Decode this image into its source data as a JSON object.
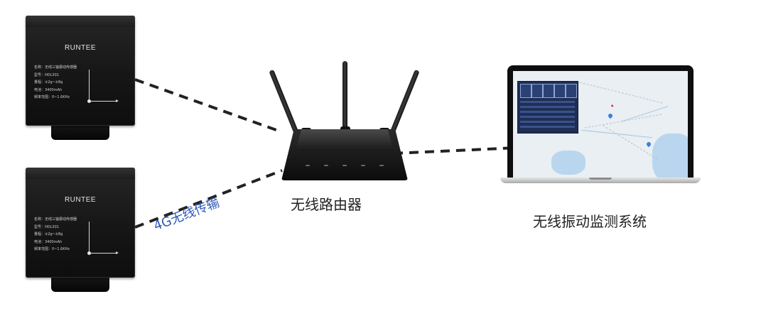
{
  "sensors": [
    {
      "brand": "RUNTEE",
      "specs": [
        "名称：无线三轴振动传感器",
        "型号：HDL301",
        "量程：±2g~±8g",
        "电池：3400mAh",
        "频率范围：0~1.6KHz"
      ]
    },
    {
      "brand": "RUNTEE",
      "specs": [
        "名称：无线三轴振动传感器",
        "型号：HDL301",
        "量程：±2g~±8g",
        "电池：3400mAh",
        "频率范围：0~1.6KHz"
      ]
    }
  ],
  "labels": {
    "transmission": "4G无线传输",
    "router": "无线路由器",
    "system": "无线振动监测系统"
  },
  "colors": {
    "transmission_text": "#2f58b8",
    "link_dash": "#222222"
  }
}
